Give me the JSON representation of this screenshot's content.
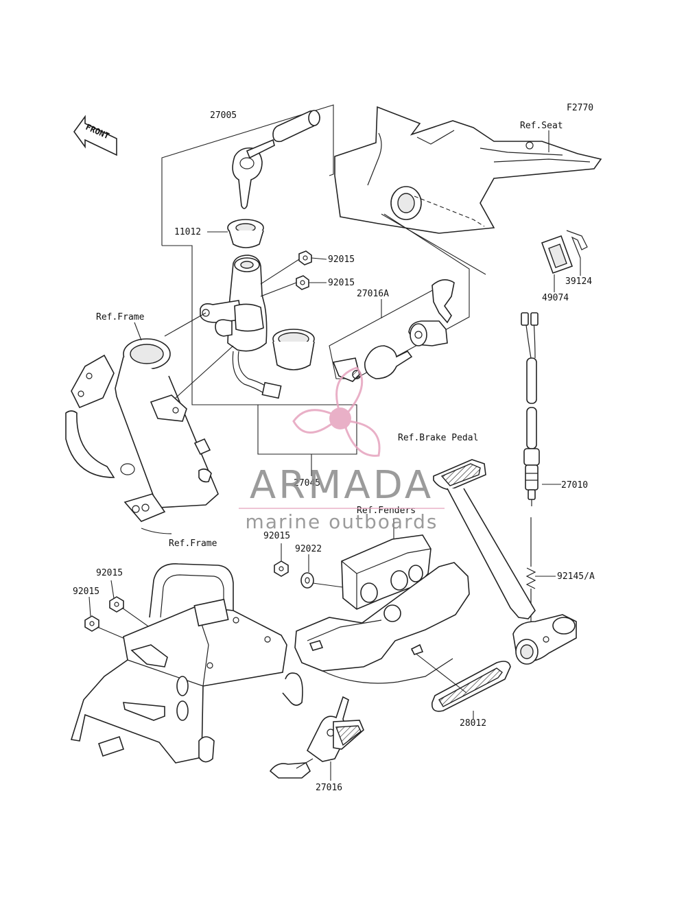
{
  "figure_code": "F2770",
  "front_marker": "FRONT",
  "labels": {
    "p27005": "27005",
    "p11012": "11012",
    "p92015_a": "92015",
    "p92015_b": "92015",
    "p27016a": "27016A",
    "ref_frame_top": "Ref.Frame",
    "ref_seat": "Ref.Seat",
    "p39124": "39124",
    "p49074": "49074",
    "ref_brake_pedal": "Ref.Brake Pedal",
    "p27045": "27045",
    "p27010": "27010",
    "ref_fenders": "Ref.Fenders",
    "ref_frame_bottom": "Ref.Frame",
    "p92015_c": "92015",
    "p92022": "92022",
    "p92145": "92145/A",
    "p92015_d": "92015",
    "p92015_e": "92015",
    "p28012": "28012",
    "p27016": "27016"
  },
  "watermark": {
    "brand": "ARMADA",
    "tagline": "marine outboards",
    "color_pink": "#e6a3be",
    "color_gray": "#8a8a8a"
  }
}
